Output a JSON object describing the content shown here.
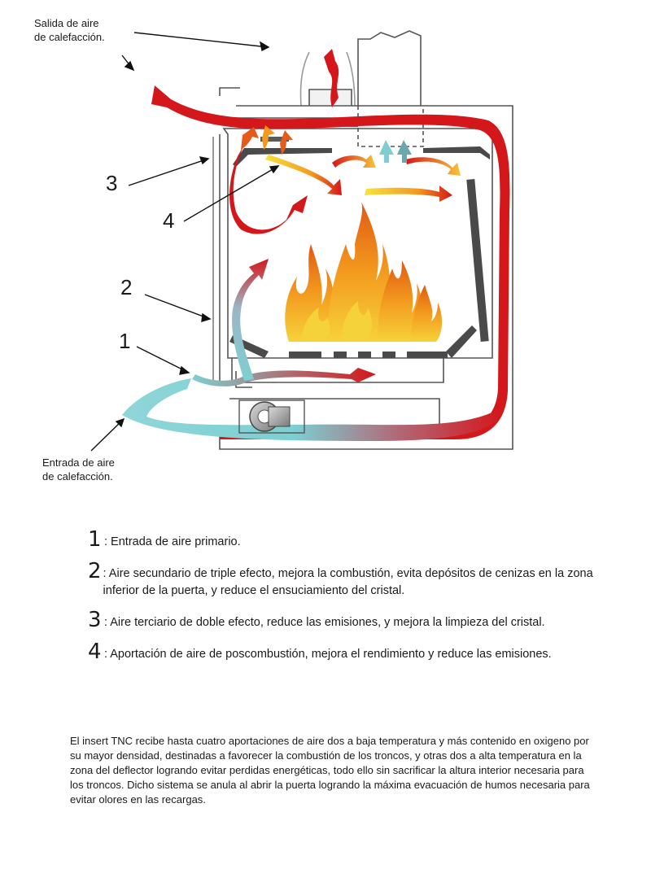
{
  "labels": {
    "outlet": "Salida de aire\nde calefacción.",
    "inlet": "Entrada de aire\nde calefacción.",
    "n1": "1",
    "n2": "2",
    "n3": "3",
    "n4": "4"
  },
  "legend": [
    {
      "num": "1",
      "text": ": Entrada de aire primario."
    },
    {
      "num": "2",
      "text": ": Aire secundario de triple efecto, mejora la combustión, evita depósitos de cenizas en la zona inferior de la puerta, y reduce el ensuciamiento del cristal."
    },
    {
      "num": "3",
      "text": ": Aire terciario de doble efecto, reduce las emisiones, y mejora la limpieza del cristal."
    },
    {
      "num": "4",
      "text": ": Aportación de aire de poscombustión, mejora el rendimiento y reduce las emisiones."
    }
  ],
  "description": "El insert  TNC recibe hasta cuatro aportaciones de aire dos a baja temperatura y más contenido en oxigeno por su mayor densidad, destinadas a favorecer la combustión de los troncos, y otras dos a alta temperatura en la zona del deflector logrando evitar perdidas energéticas, todo ello sin sacrificar la altura interior necesaria para los troncos. Dicho sistema se anula al abrir la puerta logrando la máxima evacuación de humos necesaria para evitar olores en las recargas.",
  "colors": {
    "hot": "#d4171b",
    "cold": "#7fcfd2",
    "flame": "#f39a1e",
    "frame": "#555555",
    "baffle": "#4a4a4a"
  }
}
